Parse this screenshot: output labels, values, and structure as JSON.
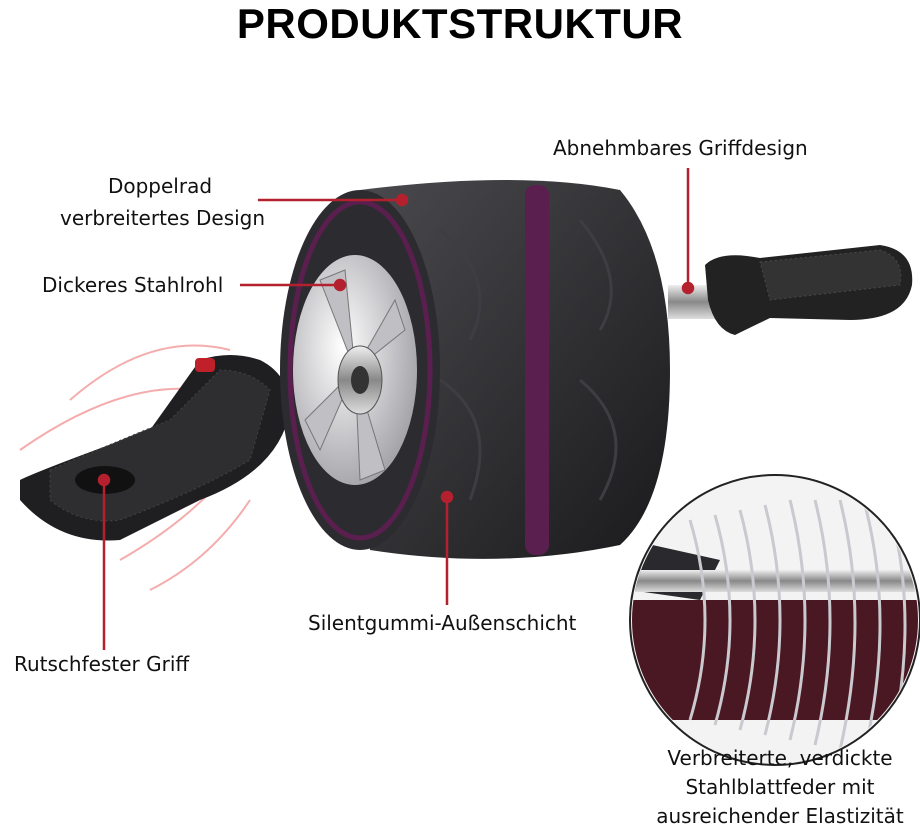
{
  "title": "PRODUKTSTRUKTUR",
  "callouts": {
    "double_wheel": [
      "Doppelrad",
      "verbreitertes Design"
    ],
    "steel_tube": "Dickeres Stahlrohl",
    "detachable_grip": "Abnehmbares Griffdesign",
    "nonslip_grip": "Rutschfester Griff",
    "silent_rubber": "Silentgummi-Außenschicht",
    "spring": [
      "Verbreiterte, verdickte",
      "Stahlblattfeder mit",
      "ausreichender Elastizität"
    ]
  },
  "colors": {
    "callout": "#b5202e",
    "tire": "#2a2a2e",
    "purple_accent": "#5a1f4e",
    "rim": "#d8d8dc"
  }
}
